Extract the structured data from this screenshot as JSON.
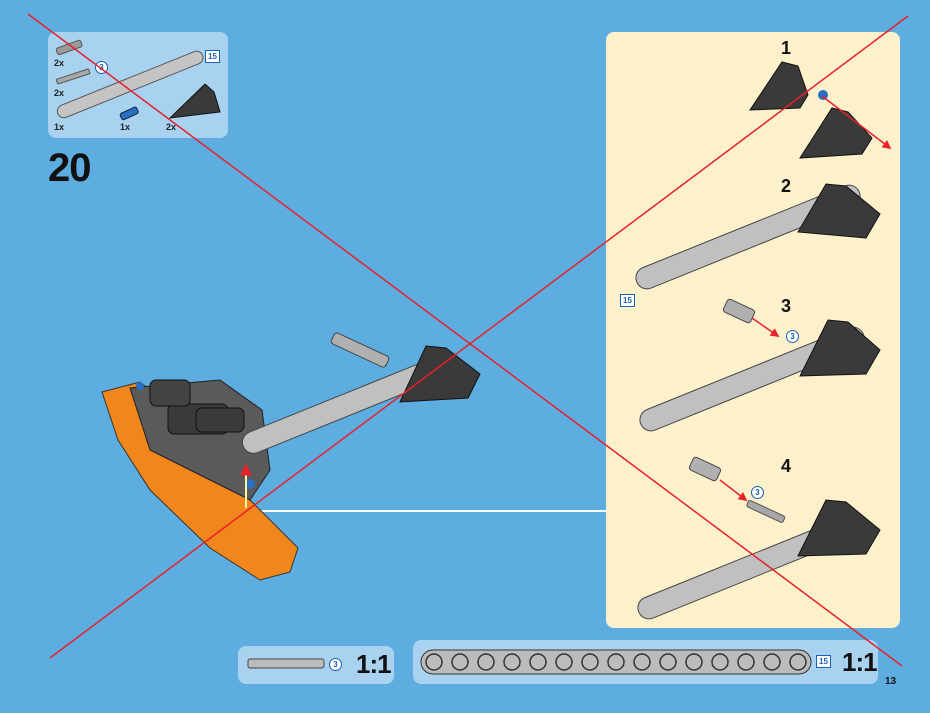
{
  "step_number": "20",
  "parts_list": {
    "items": [
      {
        "qty": "2x",
        "icon": "axle-connector",
        "color": "#9a9a9a"
      },
      {
        "qty": "2x",
        "icon": "axle-3",
        "color": "#9a9a9a",
        "length": "3"
      },
      {
        "qty": "1x",
        "icon": "beam-15",
        "color": "#b8b8b8",
        "length": "15"
      },
      {
        "qty": "1x",
        "icon": "blue-axle-pin",
        "color": "#2a6fc4"
      },
      {
        "qty": "2x",
        "icon": "triangle-liftarm",
        "color": "#3a3a3a"
      }
    ]
  },
  "substeps": [
    {
      "number": "1"
    },
    {
      "number": "2",
      "length_label": "15"
    },
    {
      "number": "3",
      "axle_length": "3"
    },
    {
      "number": "4",
      "axle_length": "3"
    }
  ],
  "ruler": {
    "axle": {
      "length": "3",
      "scale": "1:1"
    },
    "beam": {
      "length": "15",
      "scale": "1:1"
    }
  },
  "page_number": "13",
  "colors": {
    "background": "#5dade0",
    "panel": "#a8d2ef",
    "substep_panel": "#fdf1cc",
    "cross": "#e8202a",
    "arrow": "#e8202a"
  }
}
